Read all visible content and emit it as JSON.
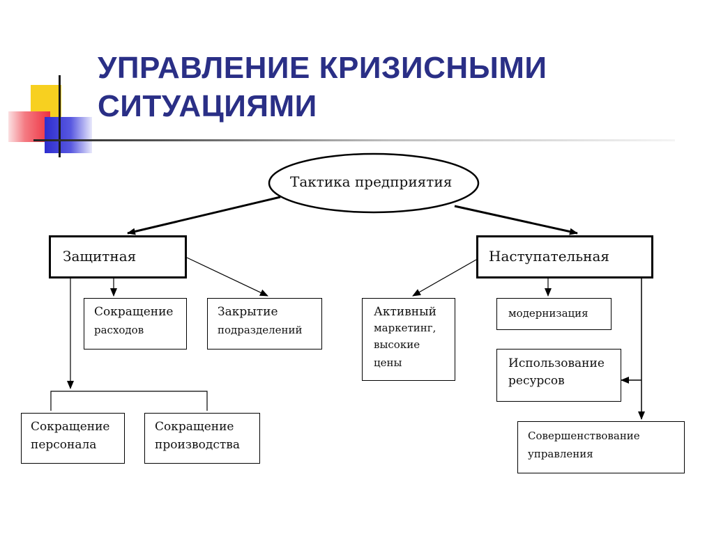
{
  "title": {
    "line1": "УПРАВЛЕНИЕ КРИЗИСНЫМИ",
    "line2": "СИТУАЦИЯМИ"
  },
  "diagram": {
    "root": "Тактика предприятия",
    "defensive": {
      "label": "Защитная",
      "cost_cut": [
        "Сокращение",
        "расходов"
      ],
      "closing": [
        "Закрытие",
        "подразделений"
      ],
      "staff_cut": [
        "Сокращение",
        "персонала"
      ],
      "prod_cut": [
        "Сокращение",
        "производства"
      ]
    },
    "offensive": {
      "label": "Наступательная",
      "marketing": [
        "Активный",
        "маркетинг,",
        "высокие",
        "цены"
      ],
      "modern": "модернизация",
      "resources": [
        "Использование",
        "ресурсов"
      ],
      "management": [
        "Совершенствование",
        "управления"
      ]
    }
  },
  "colors": {
    "title": "#2a2f86",
    "deco_yellow": "#f7d020",
    "deco_red": "#ee3140",
    "deco_blue": "#2d2dcf"
  }
}
